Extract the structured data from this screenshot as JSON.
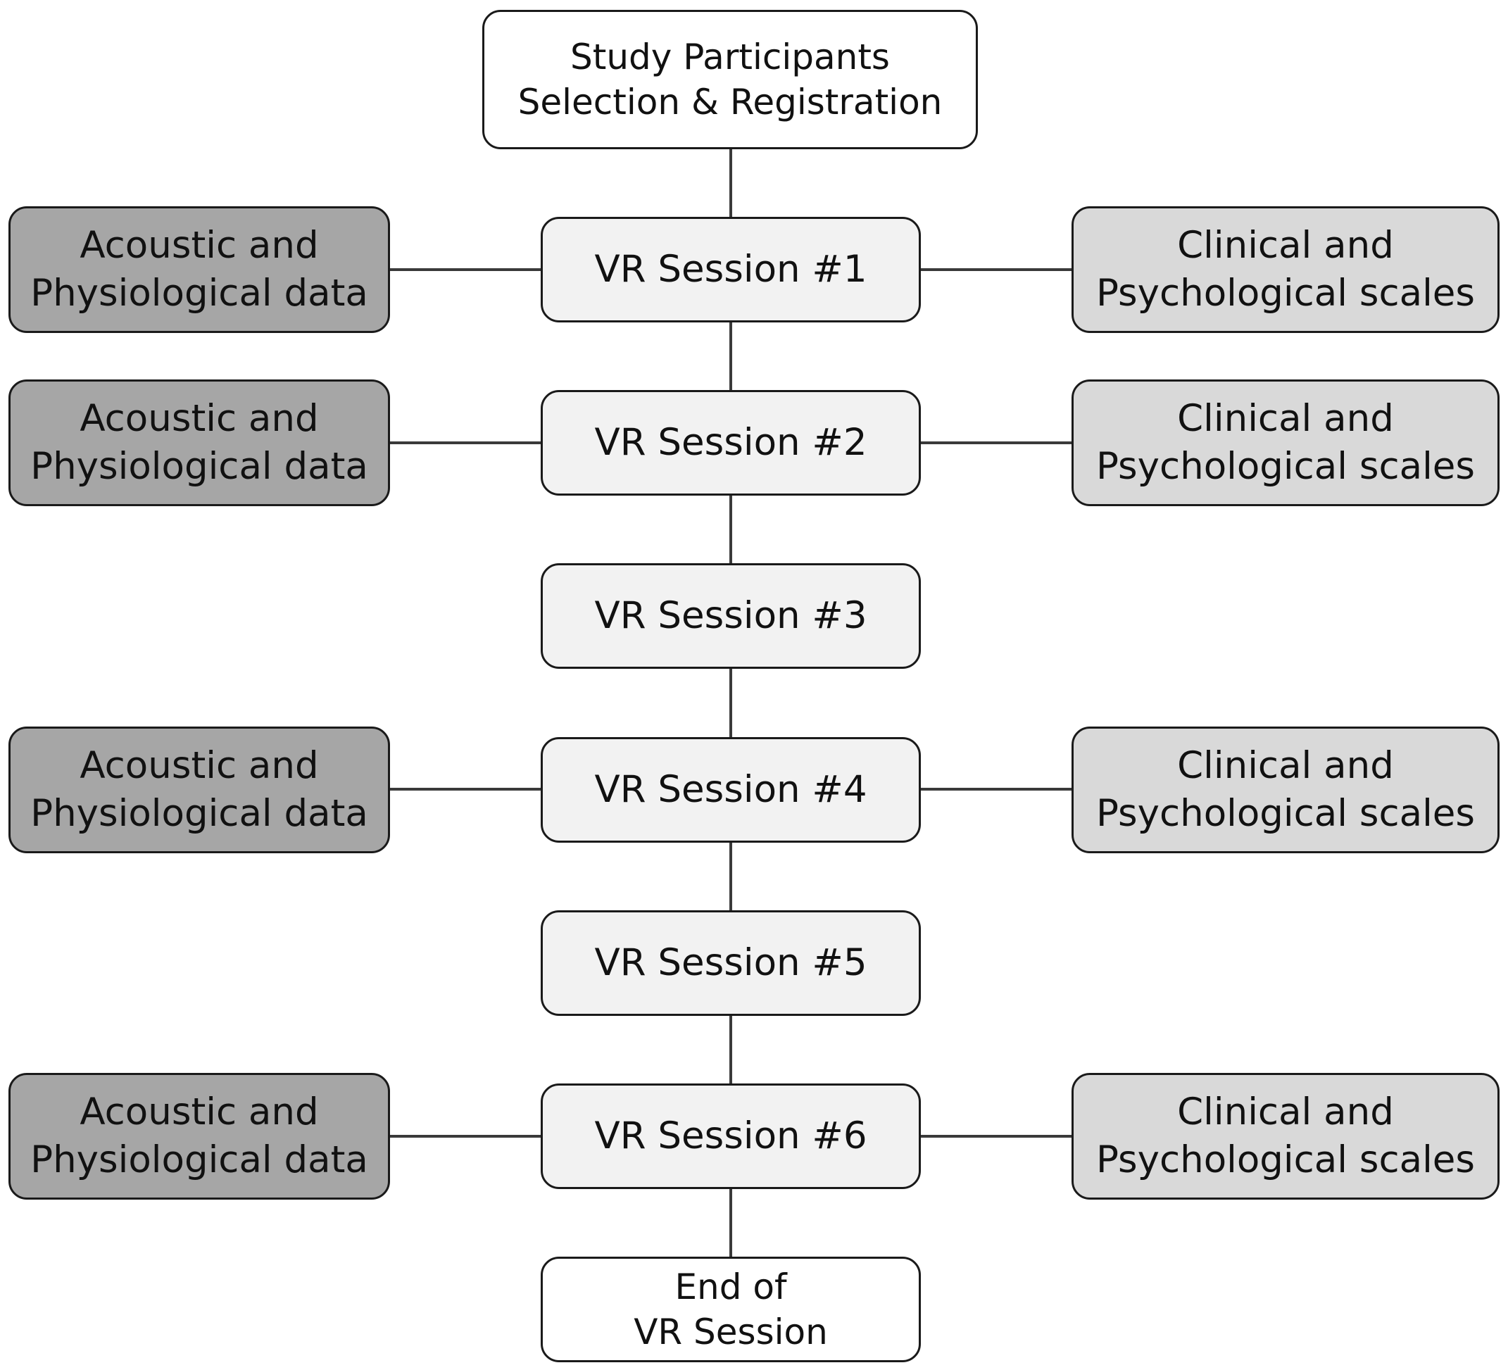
{
  "start": {
    "line1": "Study Participants",
    "line2": "Selection & Registration"
  },
  "sessions": [
    "VR Session #1",
    "VR Session #2",
    "VR Session #3",
    "VR Session #4",
    "VR Session #5",
    "VR Session #6"
  ],
  "end": {
    "line1": "End of",
    "line2": "VR Session"
  },
  "acoustic": {
    "line1": "Acoustic and",
    "line2": "Physiological data"
  },
  "clinical": {
    "line1": "Clinical and",
    "line2": "Psychological scales"
  },
  "colors": {
    "acoustic_fill": "#a6a6a6",
    "clinical_fill": "#d9d9d9",
    "session_fill": "#f2f2f2",
    "start_end_fill": "#ffffff"
  }
}
